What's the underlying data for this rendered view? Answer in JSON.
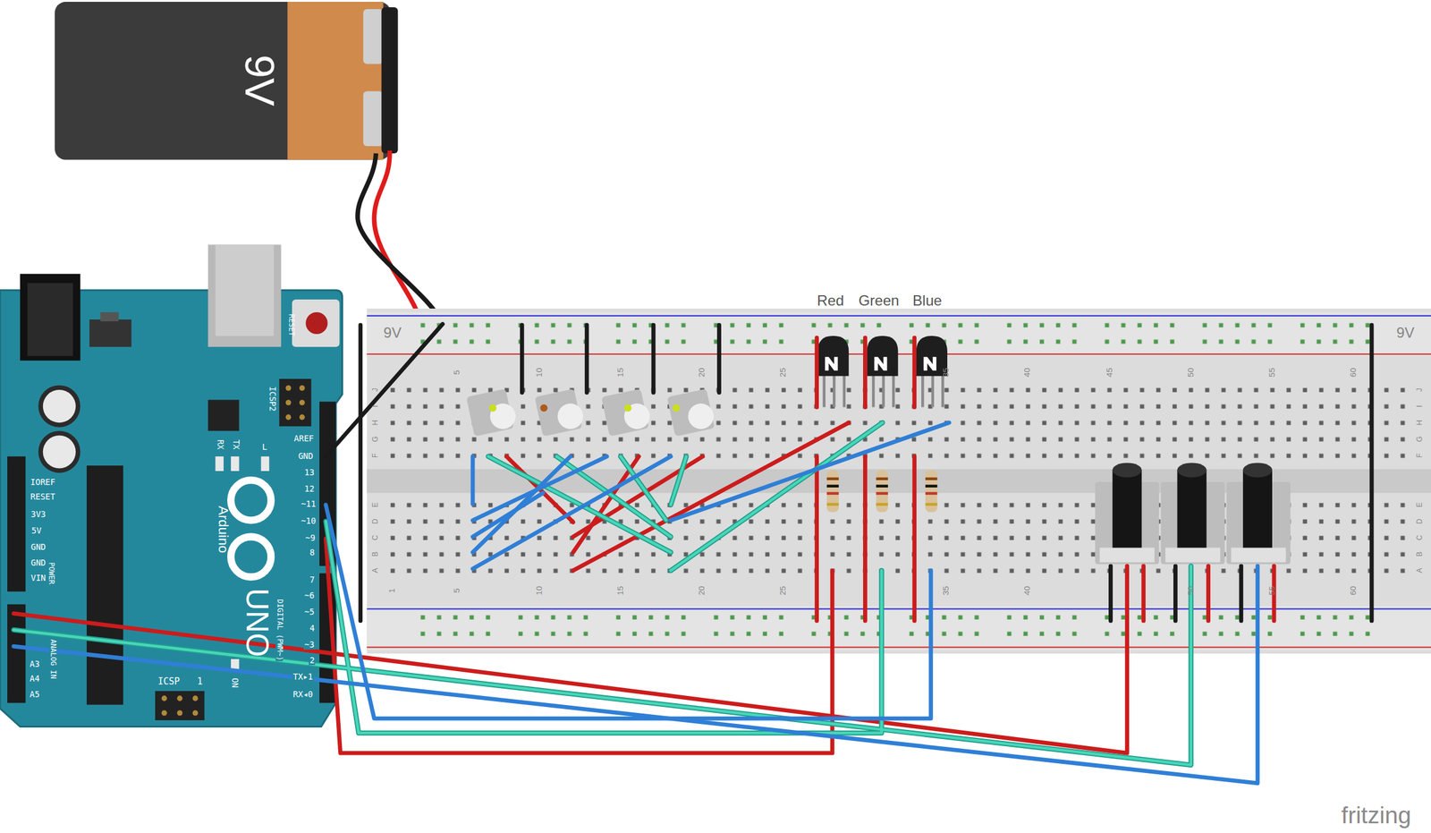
{
  "diagram": {
    "nodes": [
      {
        "text": [
          "9V"
        ]
      }
    ],
    "labels": [
      "Red",
      "Green",
      "Blue",
      "9V",
      "9V",
      "5",
      "10",
      "15",
      "20",
      "25",
      "35",
      "40",
      "45",
      "50",
      "55",
      "60",
      "1",
      "5",
      "10",
      "15",
      "20",
      "25",
      "35",
      "40",
      "50",
      "55",
      "60",
      "J",
      "I",
      "H",
      "G",
      "F",
      "E",
      "D",
      "C",
      "B",
      "A",
      "J",
      "I",
      "H",
      "G",
      "F",
      "E",
      "D",
      "C",
      "B",
      "A",
      "AREF",
      "GND",
      "13",
      "12",
      "~11",
      "~10",
      "~9",
      "8",
      "7",
      "~6",
      "~5",
      "4",
      "~3",
      "2",
      "TX▸1",
      "RX◂0",
      "IOREF",
      "RESET",
      "3V3",
      "5V",
      "GND",
      "GND",
      "VIN",
      "A3",
      "A4",
      "A5",
      "POWER",
      "ANALOG IN",
      "DIGITAL (PWM~)",
      "Arduino",
      "UNO",
      "TX",
      "RX",
      "L",
      "ICSP2",
      "ICSP",
      "1",
      "ON",
      "RESET",
      "fritzing"
    ]
  }
}
